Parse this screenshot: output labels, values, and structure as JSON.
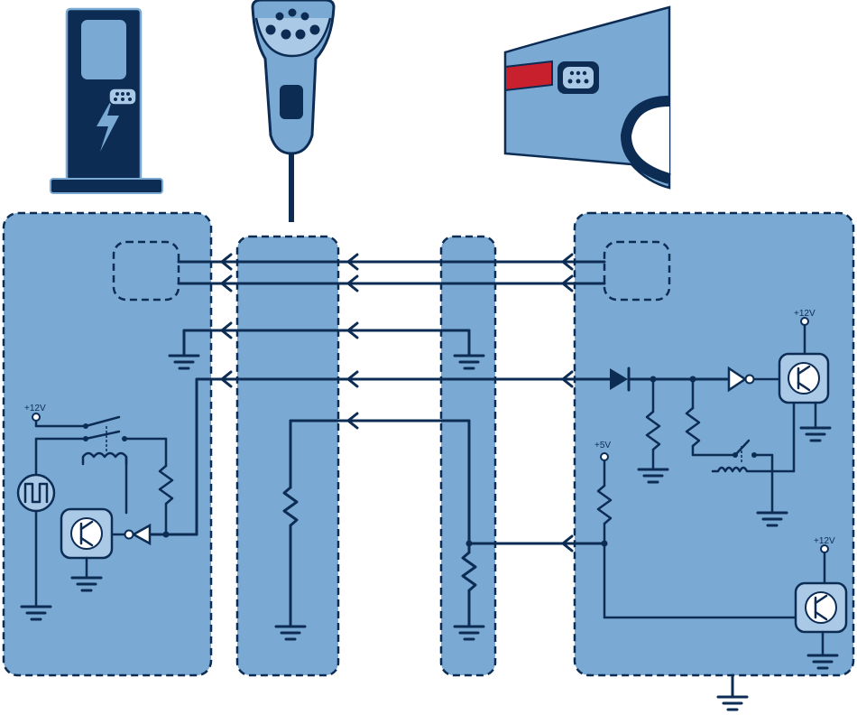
{
  "labels": {
    "evse_supply": "+12V",
    "vehicle_supply_top": "+12V",
    "vehicle_supply_5v": "+5V",
    "vehicle_supply_bottom": "+12V"
  },
  "icons": {
    "station": "charging-station-icon",
    "plug": "charging-plug-icon",
    "car": "vehicle-rear-icon"
  },
  "colors": {
    "dark": "#0d2c54",
    "panel": "#7aaad4",
    "accent": "#c8202d",
    "light": "#a9c9e6"
  }
}
